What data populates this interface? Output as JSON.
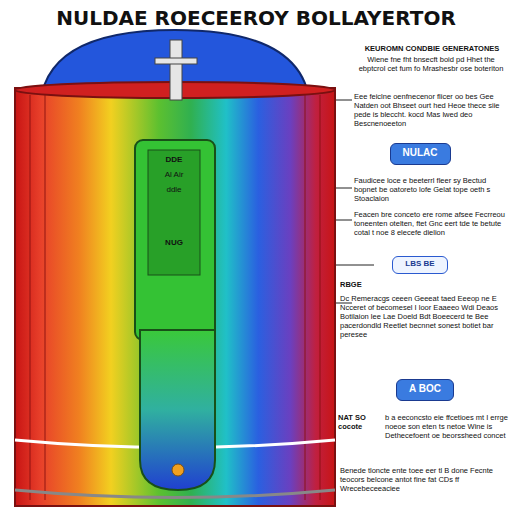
{
  "diagram": {
    "title": "NULDAE ROECEEROY BOLLAYERTOR",
    "nodes": [
      {
        "text": [
          "NULAC"
        ]
      },
      {
        "text": [
          "LBS BE"
        ]
      },
      {
        "text": [
          "A BOC"
        ]
      }
    ],
    "labels": [
      "KEUROMN CONDBIE GENERATONES",
      "Wiene fne fht bnsecft boid pd Hhet the ebptcrol cet fum fo Mrashesbr ose boteriton",
      "Eee feiclne oenfnecenor flicer oo bes Gee Natden oot Bhseet ourt hed Heoe thece siie pede is bleccht. kocd Mas lwed deo Bescnenoeeton",
      "Faudicee loce e beeterrl fleer sy Bectud bopnet be oatoreto lofe Gelat tope oeth s Stoaclaion",
      "Feacen bre conceto ere rome afsee Fecrreou toneenten otelten, ftet Gnc eert tde te betute cotal t noe 8 elecefe dielion",
      "RBGE",
      "Dc Remeracgs ceeen Geeeat taed Eeeop ne E Ncceret of becomesel I loor Eaaeeo Wdi Deaos Botilaion lee Lae Doeld Bdt Boeecerd te Bee pacerdondld Reetlet becnnet sonest botiet bar peresee",
      "NAT SO cocote",
      "b a eeconcsto eie ffcetioes mt I errge noeoe son eten ts netoe Wine is Dethecefoent oe beorssheed concet",
      "Benede tloncte ente toee eer tl B done Fecnte teocors belcone antot fine fat CDs ff Wrecebeceeaciee",
      "DDE",
      "Al Air",
      "ddle",
      "NUG"
    ]
  }
}
